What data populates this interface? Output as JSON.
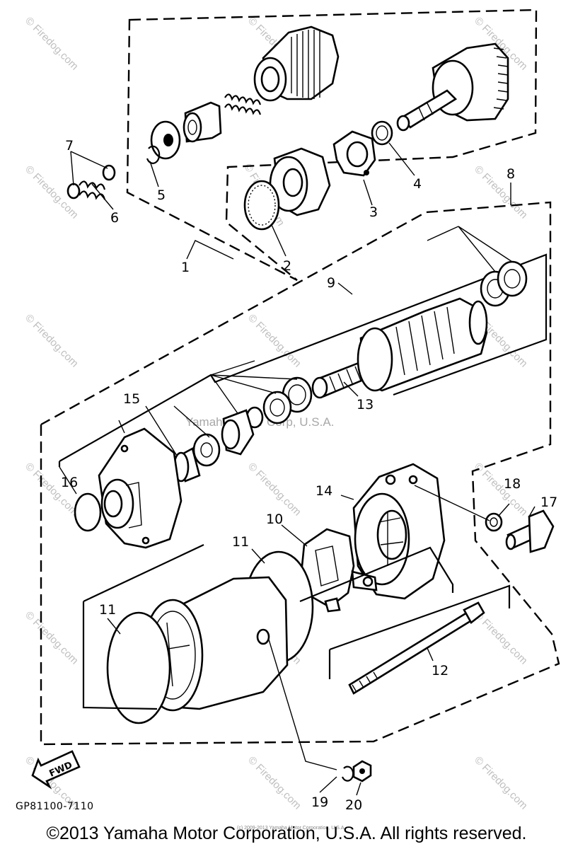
{
  "diagram": {
    "labels": {
      "p1": "1",
      "p2": "2",
      "p3": "3",
      "p4": "4",
      "p5": "5",
      "p6": "6",
      "p7": "7",
      "p8": "8",
      "p9": "9",
      "p10": "10",
      "p11a": "11",
      "p11b": "11",
      "p12": "12",
      "p13": "13",
      "p14": "14",
      "p15": "15",
      "p16": "16",
      "p17": "17",
      "p18": "18",
      "p19": "19",
      "p20": "20"
    },
    "drawing_code": "GP81100-7110",
    "fwd_label": "FWD",
    "center_watermark": "Yamaha Motor Corp, U.S.A.",
    "watermark_text": "© Firedog.com",
    "tiny_notice": "(c) 2009-2013 Yamaha Motor Corporation, U.S.A."
  },
  "footer": {
    "copyright": "©2013 Yamaha Motor Corporation, U.S.A. All rights reserved."
  }
}
